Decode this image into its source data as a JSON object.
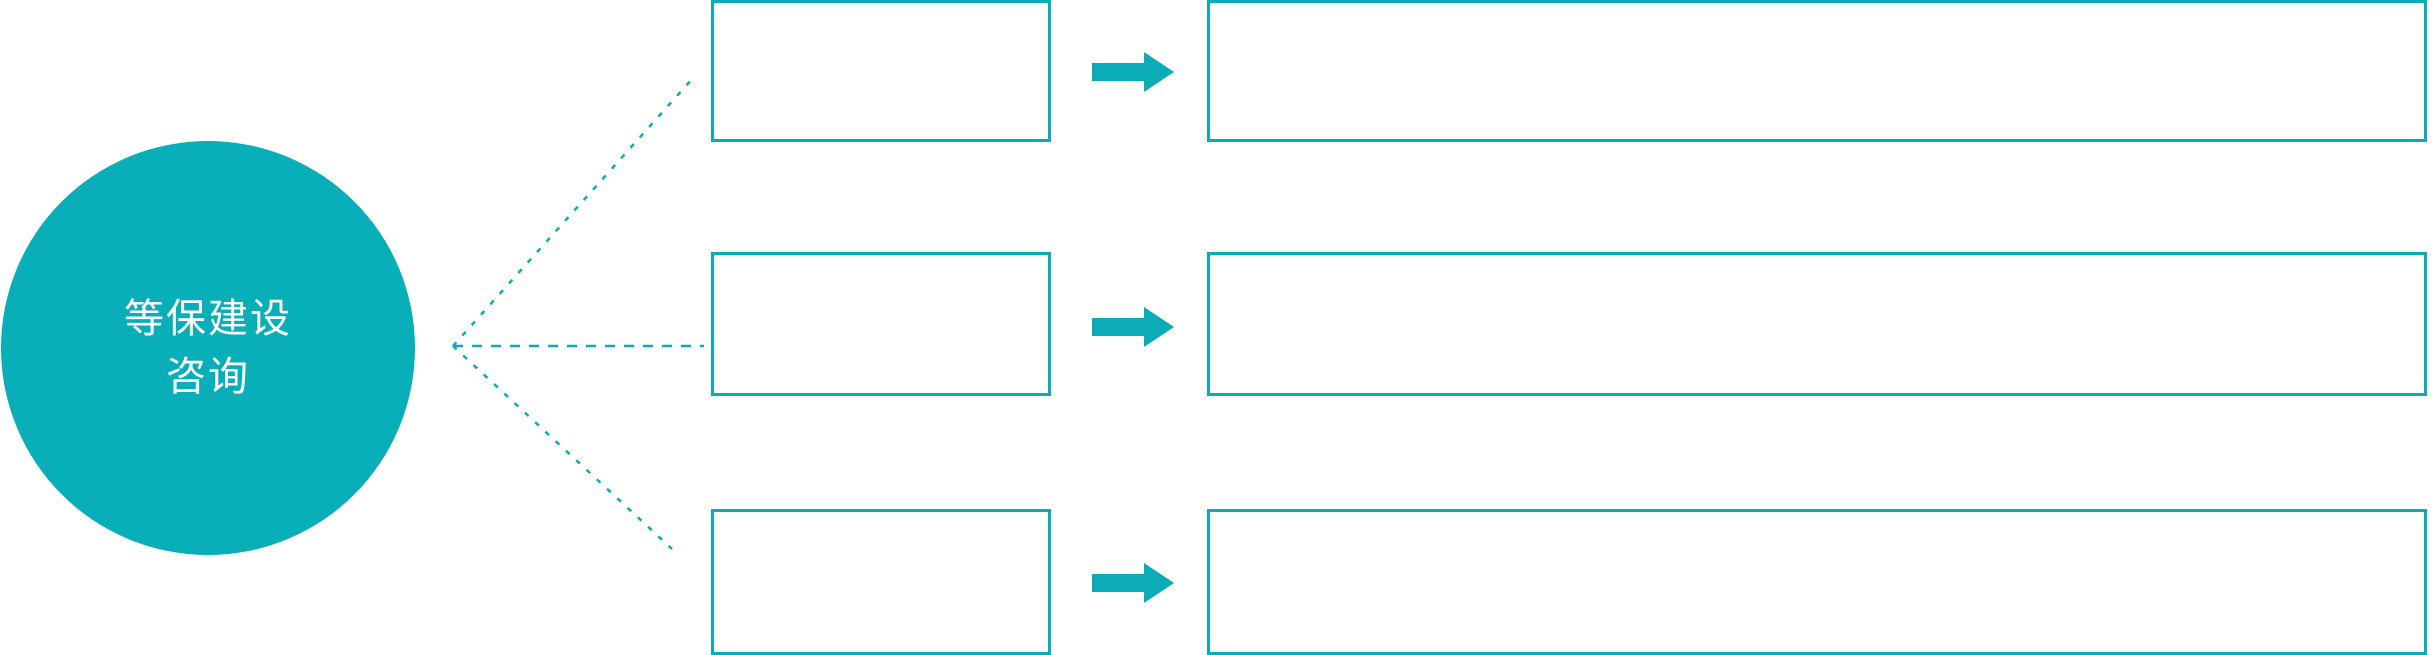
{
  "diagram": {
    "type": "hub-and-spoke-flow",
    "accent_color": "#0BACB6",
    "hub_fill": "#08AEB8",
    "hub_text_color": "#FFFFFF",
    "box_border_color": "#0BACB6",
    "background_color": "#FFFFFF",
    "hub": {
      "label_line1": "等保建设",
      "label_line2": "咨询",
      "shape": "circle"
    },
    "connector_style": "dotted",
    "arrow_icon_name": "right-arrow-icon",
    "rows": [
      {
        "stage_label": "",
        "detail_label": ""
      },
      {
        "stage_label": "",
        "detail_label": ""
      },
      {
        "stage_label": "",
        "detail_label": ""
      }
    ]
  }
}
